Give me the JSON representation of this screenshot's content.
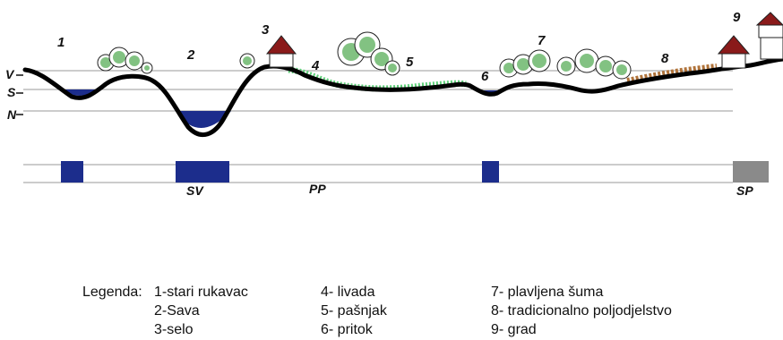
{
  "profile": {
    "site_numbers": [
      "1",
      "2",
      "3",
      "4",
      "5",
      "6",
      "7",
      "8",
      "9"
    ],
    "levels": {
      "high": "V",
      "mid": "S",
      "low": "N"
    },
    "bar_labels": {
      "sava": "SV",
      "middle": "PP",
      "right": "SP"
    }
  },
  "legend": {
    "title": "Legenda:",
    "items": [
      "1-stari rukavac",
      "2-Sava",
      "3-selo",
      "4- livada",
      "5- pašnjak",
      "6- pritok",
      "7- plavljena šuma",
      "8- tradicionalno poljodjelstvo",
      "9- grad"
    ]
  },
  "colors": {
    "water": "#1c2d8c",
    "ground": "#000000",
    "tree_green": "#2f9a2f",
    "meadow": "#5fd07a",
    "field": "#b0733a",
    "roof": "#8a1a1a",
    "gray_bar": "#8a8a8a"
  }
}
